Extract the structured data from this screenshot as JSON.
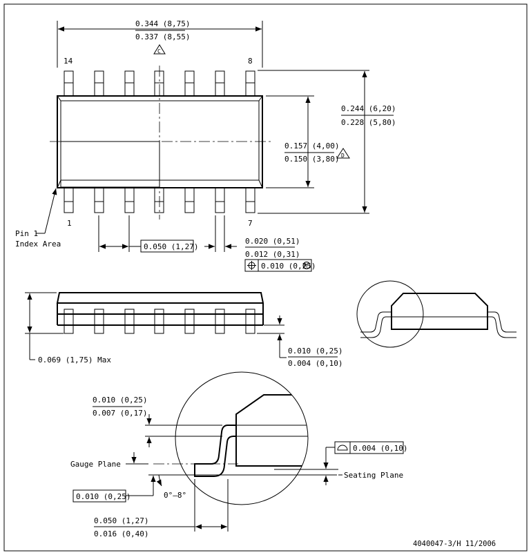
{
  "top_view": {
    "length_max": "0.344 (8,75)",
    "length_min": "0.337 (8,55)",
    "note_c": "C",
    "pin_14": "14",
    "pin_8": "8",
    "pin_1": "1",
    "pin_7": "7",
    "width_max": "0.244 (6,20)",
    "width_min": "0.228 (5,80)",
    "body_width_max": "0.157 (4,00)",
    "body_width_min": "0.150 (3,80)",
    "note_d": "D",
    "pin1_label_line1": "Pin 1",
    "pin1_label_line2": "Index Area",
    "pitch": "0.050 (1,27)",
    "lead_width_max": "0.020 (0,51)",
    "lead_width_min": "0.012 (0,31)",
    "position_tol": "0.010 (0,25)",
    "position_tol_mod": "M"
  },
  "side_view": {
    "height": "0.069 (1,75) Max",
    "standoff_max": "0.010 (0,25)",
    "standoff_min": "0.004 (0,10)"
  },
  "detail_view": {
    "lead_thk_max": "0.010 (0,25)",
    "lead_thk_min": "0.007 (0,17)",
    "gauge_plane": "Gauge Plane",
    "gauge_value": "0.010 (0,25)",
    "angle": "0°–8°",
    "coplanarity": "0.004 (0,10)",
    "seating_plane": "Seating Plane",
    "foot_max": "0.050 (1,27)",
    "foot_min": "0.016 (0,40)"
  },
  "footer": {
    "doc_id": "4040047-3/H  11/2006"
  }
}
